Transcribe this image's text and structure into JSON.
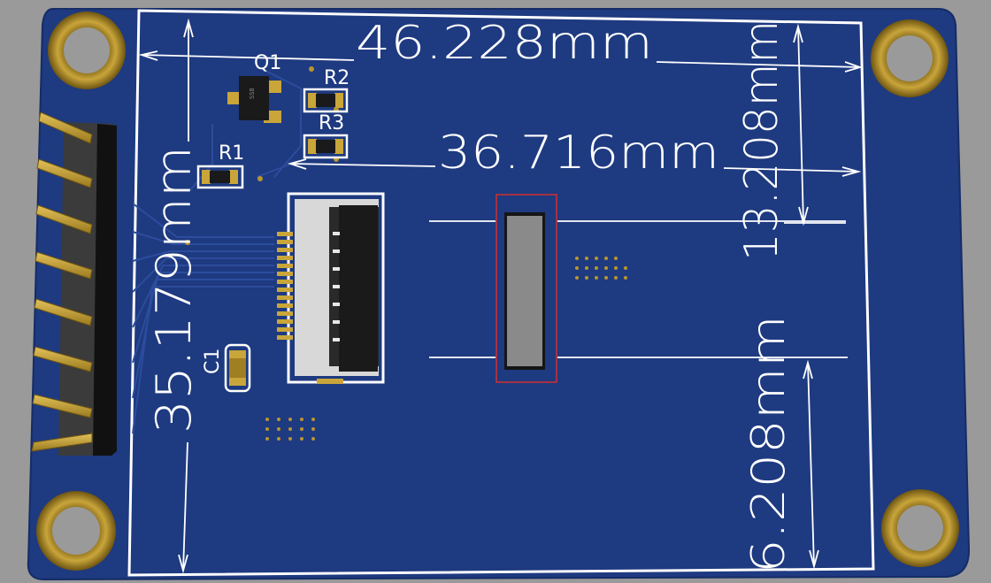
{
  "board": {
    "colors": {
      "background": "#9a9a9a",
      "solder_mask": "#1e3a80",
      "silkscreen": "#ffffff",
      "copper_gold": "#b8962e",
      "pad_silver": "#d8d8d8",
      "selection_outline": "#d03030"
    }
  },
  "dimensions": {
    "width_outer": "46.228mm",
    "width_inner": "36.716mm",
    "height_full": "35.179mm",
    "height_top_right": "13.208mm",
    "height_bottom_right": "6.208mm"
  },
  "components": {
    "q1": "Q1",
    "r1": "R1",
    "r2": "R2",
    "r3": "R3",
    "c1": "C1"
  },
  "icons": {
    "mounting_hole": "mounting-hole-icon",
    "pin_header": "pin-header-icon",
    "fpc_connector": "fpc-connector-icon"
  }
}
